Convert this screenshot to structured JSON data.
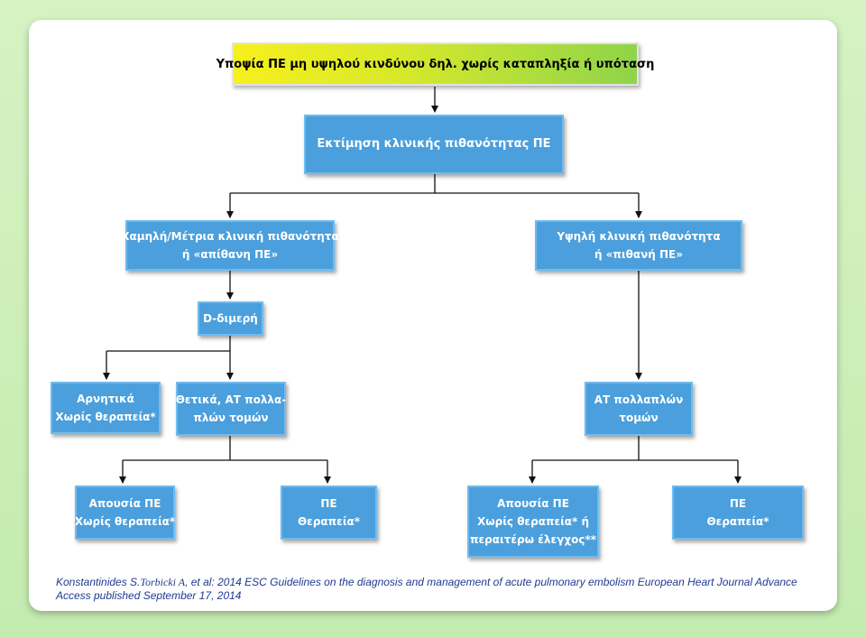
{
  "title": "Υποψία ΠΕ μη υψηλού κινδύνου δηλ. χωρίς καταπληξία ή υπόταση",
  "boxes": {
    "assessment": [
      "Εκτίμηση κλινικής πιθανότητας ΠΕ"
    ],
    "low_prob": [
      "Χαμηλή/Μέτρια κλινική πιθανότητα",
      "ή «απίθανη ΠΕ»"
    ],
    "high_prob": [
      "Υψηλή κλινική πιθανότητα",
      "ή «πιθανή ΠΕ»"
    ],
    "d_dimer": [
      "D-διμερή"
    ],
    "negative": [
      "Αρνητικά",
      "Χωρίς θεραπεία*"
    ],
    "positive": [
      "Θετικά, ΑΤ πολλα-",
      "πλών τομών"
    ],
    "ct_high": [
      "ΑΤ πολλαπλών",
      "τομών"
    ],
    "no_pe_left": [
      "Απουσία ΠΕ",
      "Χωρίς θεραπεία*"
    ],
    "pe_left": [
      "ΠΕ",
      "Θεραπεία*"
    ],
    "no_pe_right": [
      "Απουσία ΠΕ",
      "Χωρίς θεραπεία* ή",
      "περαιτέρω έλεγχος**"
    ],
    "pe_right": [
      "ΠΕ",
      "Θεραπεία*"
    ]
  },
  "citation": {
    "part1": "Konstantinides S.",
    "part2": "Torbicki A",
    "part3": ",   et al: 2014 ESC Guidelines on the diagnosis and management of acute pulmonary embolism European Heart Journal Advance Access published September 17, 2014"
  },
  "colors": {
    "box_fill": "#4a9fdc",
    "box_border": "#6fbcf0",
    "title_gradient_start": "#f7ef1e",
    "title_gradient_end": "#8fd44a",
    "citation_text": "#1f3a93",
    "background": "#c9ecb6"
  }
}
